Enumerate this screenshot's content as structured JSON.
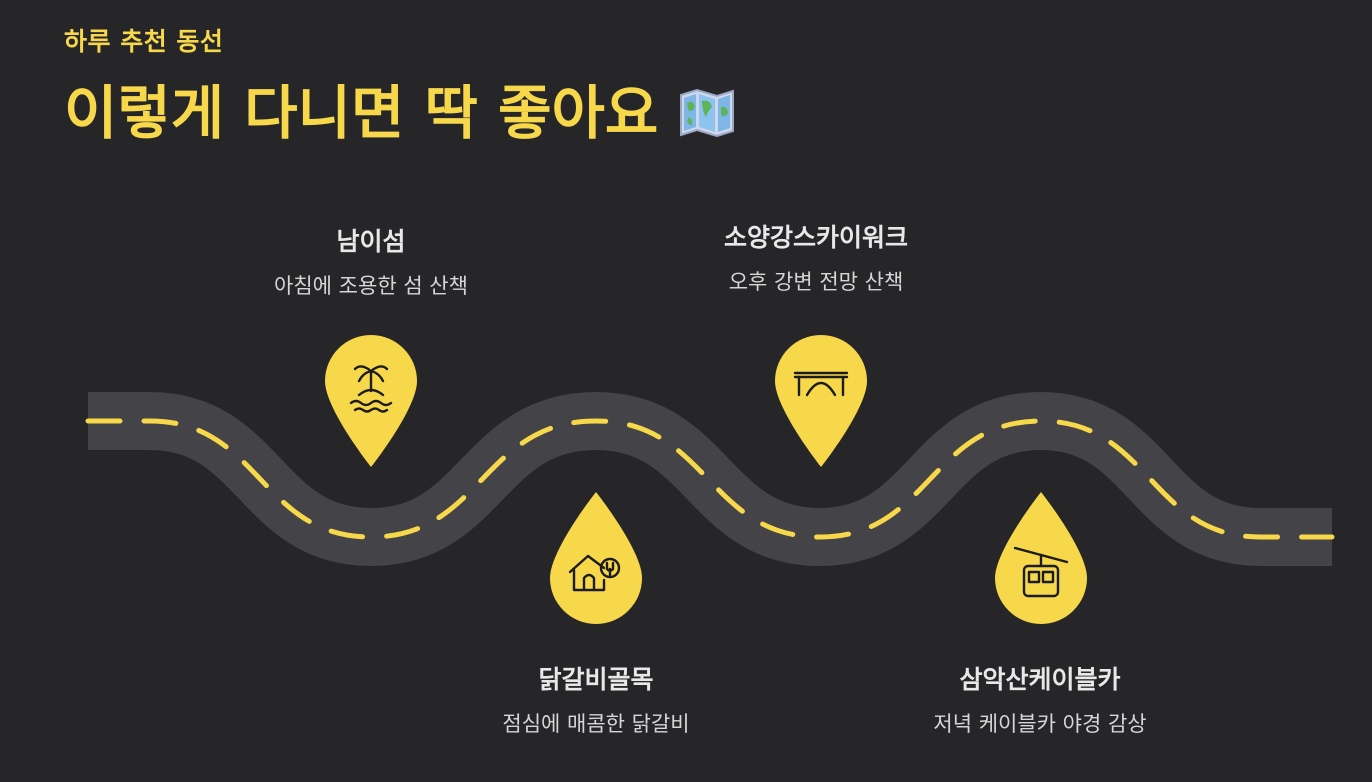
{
  "header": {
    "eyebrow": "하루 추천 동선",
    "title": "이렇게 다니면 딱 좋아요",
    "title_icon": "world-map-icon"
  },
  "colors": {
    "background": "#262629",
    "accent": "#f7d84a",
    "road": "#444347",
    "road_dash": "#f7d84a",
    "text": "#e8e8e8"
  },
  "stops": [
    {
      "name": "남이섬",
      "desc": "아침에 조용한 섬 산책",
      "icon": "palm-island-icon"
    },
    {
      "name": "닭갈비골목",
      "desc": "점심에 매콤한 닭갈비",
      "icon": "restaurant-icon"
    },
    {
      "name": "소양강스카이워크",
      "desc": "오후 강변 전망 산책",
      "icon": "bridge-icon"
    },
    {
      "name": "삼악산케이블카",
      "desc": "저녁 케이블카 야경 감상",
      "icon": "cable-car-icon"
    }
  ]
}
